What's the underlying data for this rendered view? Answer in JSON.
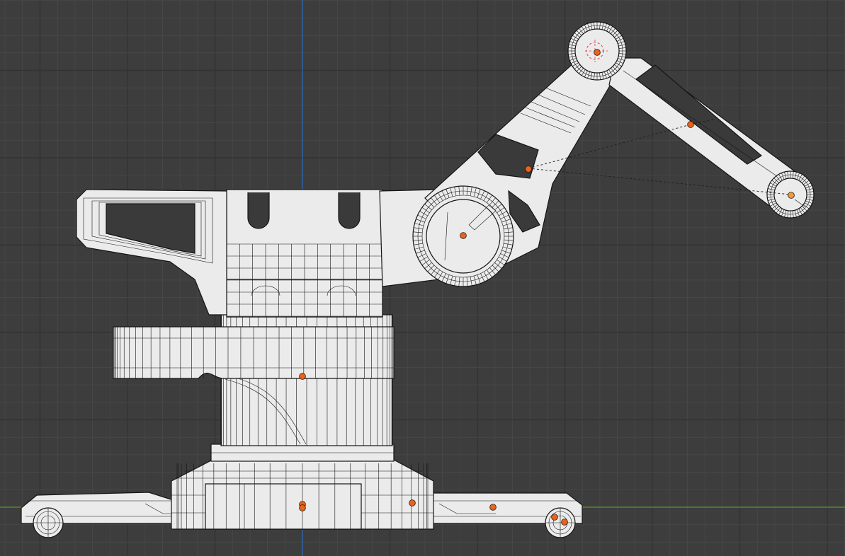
{
  "viewport": {
    "view": "orthographic-side",
    "background_color": "#3d3d3d",
    "grid_minor_color": "#474747",
    "grid_major_color": "#333333",
    "axis_colors": {
      "z": "#2f6fc4",
      "y": "#5f9a2a"
    }
  },
  "object": {
    "name": "robot-arm",
    "display": "wireframe-solid",
    "face_color": "#ebebeb",
    "edge_color": "#151515"
  },
  "origins": {
    "color": "#e8631c",
    "active_color": "#f29a3a",
    "count": 12
  }
}
